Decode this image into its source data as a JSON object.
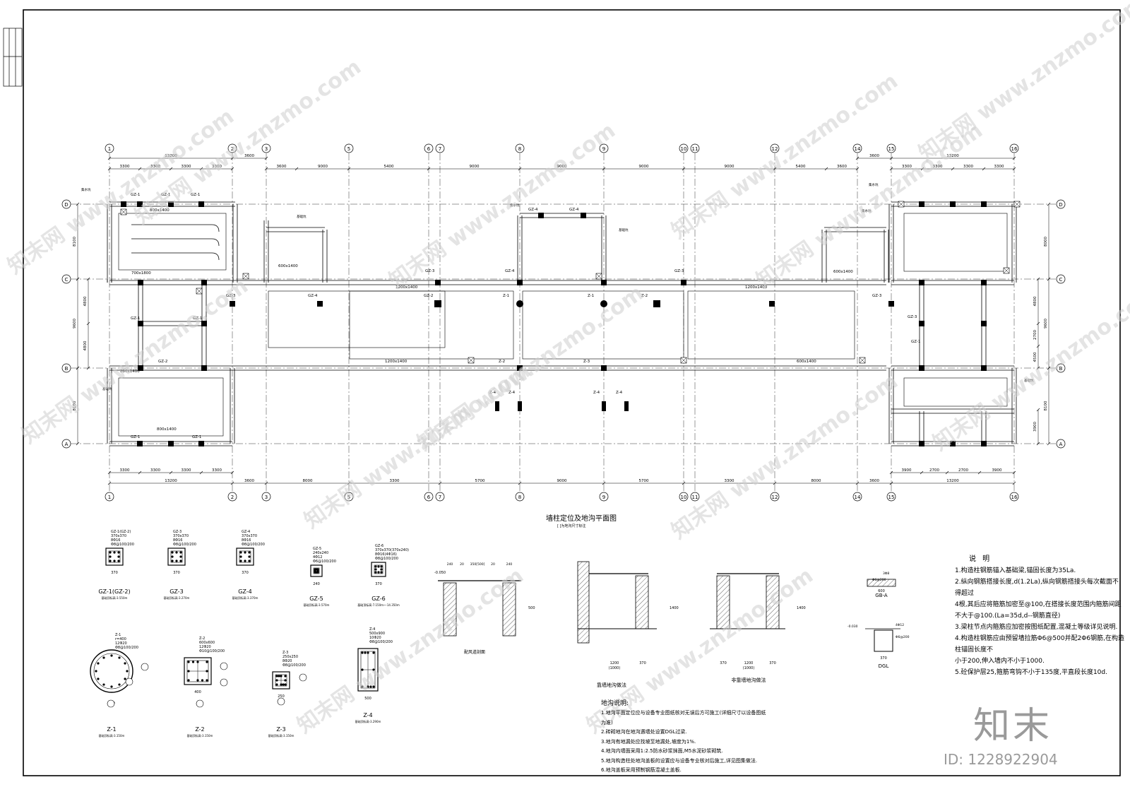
{
  "drawing": {
    "title": "墙柱定位及地沟平面图",
    "subtitle": "[ ]为地沟尺寸标注",
    "axes_top": [
      "1",
      "2",
      "3",
      "5",
      "6",
      "7",
      "8",
      "9",
      "10",
      "11",
      "12",
      "14",
      "15",
      "16"
    ],
    "axes_side": [
      "D",
      "C",
      "B",
      "A"
    ],
    "dims_top_upper": [
      "3300",
      "3300",
      "3300",
      "3300",
      "13200",
      "3600",
      "3600",
      "9000",
      "5400",
      "9000",
      "9000",
      "9000",
      "9000",
      "5400",
      "3600",
      "3600",
      "13200",
      "3300",
      "3300",
      "3300",
      "3300"
    ],
    "dims_bottom": [
      "3300",
      "3300",
      "3300",
      "3300",
      "13200",
      "3600",
      "8000",
      "3300",
      "5700",
      "9000",
      "5700",
      "3300",
      "8000",
      "3600",
      "3900",
      "2700",
      "2700",
      "3900",
      "13200"
    ],
    "dims_left": [
      "8100",
      "9600",
      "4800",
      "4800",
      "8100"
    ],
    "dims_right": [
      "8000",
      "9600",
      "4800",
      "2700",
      "4500",
      "8100",
      "3900"
    ],
    "members": [
      "GZ-1",
      "GZ-2",
      "GZ-3",
      "GZ-4",
      "GZ-5",
      "GZ-6",
      "Z-1",
      "Z-2",
      "Z-3",
      "Z-4"
    ],
    "openings": [
      "800x1400",
      "700x1800",
      "600x1400",
      "1200x1400",
      "1200x1400",
      "1200x1400",
      "600x1400",
      "800x1400"
    ],
    "tags": [
      "集水坑",
      "基础坑"
    ]
  },
  "sections": [
    {
      "name": "GZ-1(GZ-2)",
      "dim": "370",
      "spec": "370x370",
      "bars": "8Φ16",
      "stirrup": "Φ8@100/200",
      "top": "基础顶标高-3.550m"
    },
    {
      "name": "GZ-3",
      "dim": "370",
      "spec": "370x370",
      "bars": "8Φ16",
      "stirrup": "Φ8@100/200",
      "top": "基础顶标高-3.270m"
    },
    {
      "name": "GZ-4",
      "dim": "370",
      "spec": "370x370",
      "bars": "8Φ16",
      "stirrup": "Φ8@100/200",
      "top": "基础顶标高-3.370m"
    },
    {
      "name": "GZ-5",
      "dim": "240",
      "spec": "240x240",
      "bars": "4Φ12",
      "stirrup": "Φ6@100/200",
      "top": "基础顶标高-3.570m"
    },
    {
      "name": "GZ-6",
      "dim": "370",
      "spec": "370x370(370x240)",
      "bars": "8Φ16(4Φ16)",
      "stirrup": "Φ8@100/200",
      "top": "基础顶标高-7.150m~-14.350m"
    },
    {
      "name": "Z-1",
      "dim": "400",
      "spec": "r=400",
      "bars": "12Φ20",
      "stirrup": "Φ8@100/200",
      "top": "基础顶标高-3.150m"
    },
    {
      "name": "Z-2",
      "dim": "400",
      "spec": "600x600",
      "bars": "12Φ20",
      "stirrup": "Φ10@100/200",
      "top": "基础顶标高-3.150m"
    },
    {
      "name": "Z-3",
      "dim": "250",
      "spec": "250x250",
      "bars": "8Φ20",
      "stirrup": "Φ8@100/200",
      "top": "基础顶标高-3.150m"
    },
    {
      "name": "Z-4",
      "dim": "500",
      "spec": "500x900",
      "bars": "10Φ20",
      "stirrup": "Φ8@100/200",
      "top": "基础顶标高-3.290m"
    }
  ],
  "details": [
    {
      "name": "配风道剖面",
      "dims": [
        "240",
        "20",
        "350[500]",
        "20",
        "240"
      ],
      "elev": "-0.050",
      "height": "500"
    },
    {
      "name": "靠墙地沟做法",
      "dims": [
        "1200",
        "370",
        "(1000)"
      ],
      "height": "1400"
    },
    {
      "name": "非靠墙地沟做法",
      "dims": [
        "370",
        "1200",
        "370",
        "(1000)"
      ],
      "height": "1400"
    },
    {
      "name": "GB-A",
      "dims": [
        "600"
      ],
      "bars": "3Φ8",
      "stirrup": "Φ6@200"
    },
    {
      "name": "DGL",
      "dims": [
        "370"
      ],
      "elev": "-0.030",
      "bars": "4Φ12",
      "stirrup": "Φ6@200"
    }
  ],
  "notes_title": "说 明",
  "notes": [
    "1.构造柱钢筋锚入基础梁,锚固长度为35La.",
    "2.纵向钢筋搭接长度,d(1.2La),纵向钢筋搭接头每次截面不得超过",
    "  4根,其后应将箍筋加密至@100,在搭接长度范围内箍筋间距",
    "  不大于@100.(La=35d,d--钢筋直径)",
    "3.梁柱节点内箍筋应加密按图纸配置,混凝土等级详见说明.",
    "4.构造柱钢筋应由预留墙拉筋Φ6@500并配2Φ6钢筋,在构造柱锚固长度不",
    "  小于200,伸入墙内不小于1000.",
    "5.砼保护层25,箍筋弯钩不小于135度,平直段长度10d."
  ],
  "notes2_title": "地沟说明:",
  "notes2": [
    "1.地沟平面定位应与设备专业图纸核对无误后方可施工(详细尺寸以设备图纸为准)",
    "2.砖砌地沟在地沟遇墙处设置DGL过梁.",
    "3.地沟有地漏处应找坡至地漏处,坡度为1%.",
    "4.地沟内墙面采用1:2.5防水砂浆抹面,M5水泥砂浆砌筑.",
    "5.地沟构造柱处地沟盖板的设置应与设备专业核对后施工,详见图集做法.",
    "6.地沟盖板采用预制钢筋混凝土盖板."
  ],
  "watermark": {
    "text": "知末网 www.znzmo.com",
    "logo": "知末",
    "id": "ID: 1228922904"
  }
}
